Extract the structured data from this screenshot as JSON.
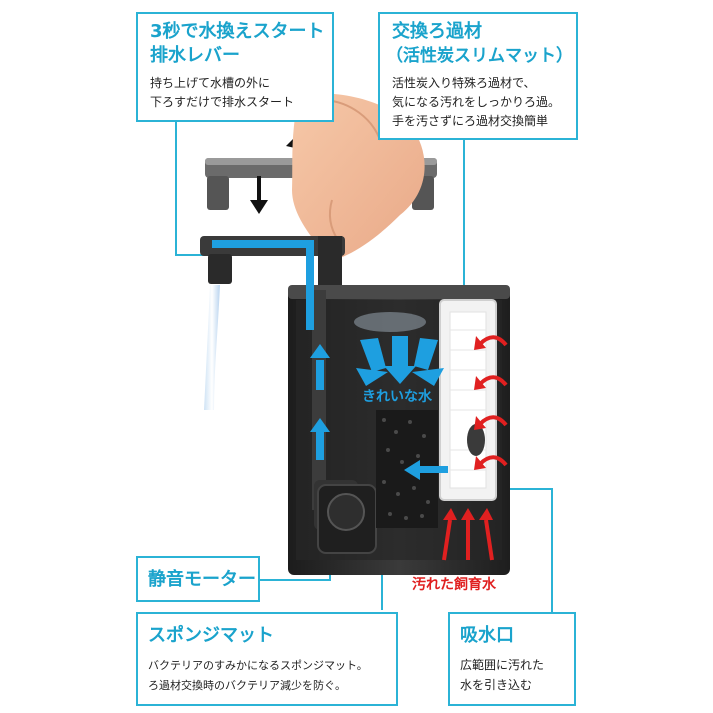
{
  "colors": {
    "accent": "#1aa3cc",
    "frame": "#2bb3d6",
    "dirty_water": "#e02020",
    "clean_water": "#1e9fe0",
    "body_dark": "#2b2b2b"
  },
  "callouts": {
    "lever": {
      "title_lines": [
        "3秒で水換えスタート",
        "排水レバー"
      ],
      "body_lines": [
        "持ち上げて水槽の外に",
        "下ろすだけで排水スタート"
      ]
    },
    "filter": {
      "title_lines": [
        "交換ろ過材",
        "（活性炭スリムマット）"
      ],
      "body_lines": [
        "活性炭入り特殊ろ過材で、",
        "気になる汚れをしっかりろ過。",
        "手を汚さずにろ過材交換簡単"
      ]
    },
    "motor": {
      "title": "静音モーター"
    },
    "sponge": {
      "title": "スポンジマット",
      "body_lines": [
        "バクテリアのすみかになるスポンジマット。",
        "ろ過材交換時のバクテリア減少を防ぐ。"
      ]
    },
    "intake": {
      "title": "吸水口",
      "body_lines": [
        "広範囲に汚れた",
        "水を引き込む"
      ]
    }
  },
  "labels": {
    "clean_water": "きれいな水",
    "dirty_water": "汚れた飼育水"
  },
  "icons": [
    "rotate-arrow-icon",
    "down-arrow-icon",
    "hand-image"
  ]
}
